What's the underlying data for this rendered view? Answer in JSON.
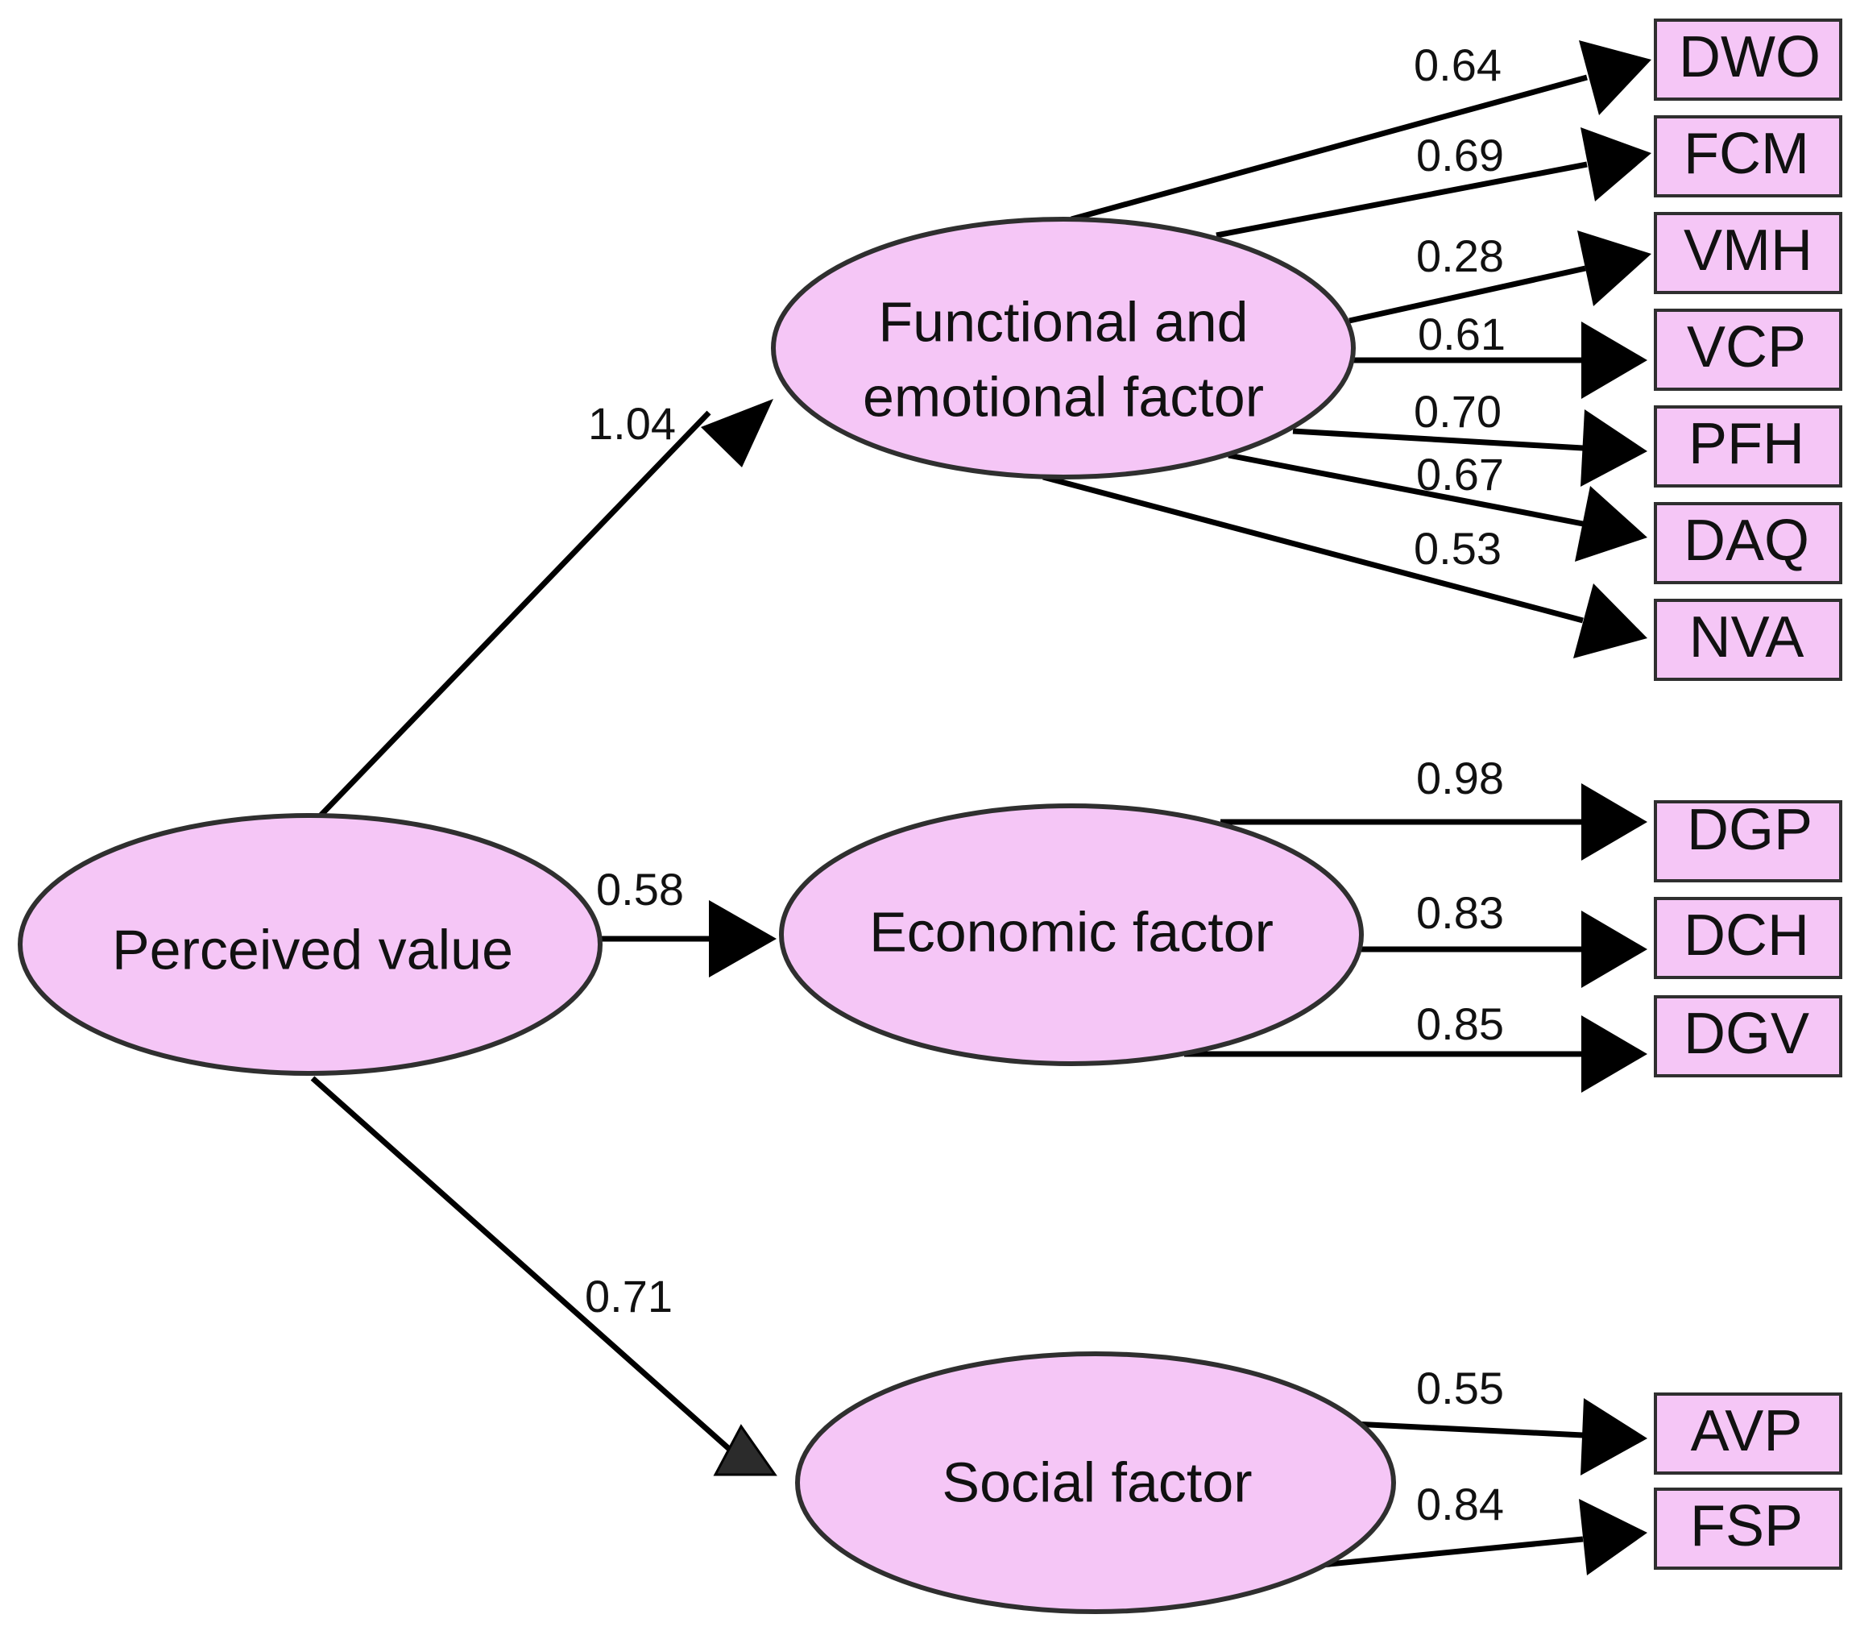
{
  "diagram": {
    "root": {
      "label": "Perceived value"
    },
    "latents": [
      {
        "id": "fe",
        "label_lines": [
          "Functional and",
          "emotional factor"
        ],
        "path_coefficient": "1.04"
      },
      {
        "id": "eco",
        "label_lines": [
          "Economic factor"
        ],
        "path_coefficient": "0.58"
      },
      {
        "id": "soc",
        "label_lines": [
          "Social factor"
        ],
        "path_coefficient": "0.71"
      }
    ],
    "indicators": [
      {
        "id": "DWO",
        "label": "DWO",
        "latent": "fe",
        "loading": "0.64"
      },
      {
        "id": "FCM",
        "label": "FCM",
        "latent": "fe",
        "loading": "0.69"
      },
      {
        "id": "VMH",
        "label": "VMH",
        "latent": "fe",
        "loading": "0.28"
      },
      {
        "id": "VCP",
        "label": "VCP",
        "latent": "fe",
        "loading": "0.61"
      },
      {
        "id": "PFH",
        "label": "PFH",
        "latent": "fe",
        "loading": "0.70"
      },
      {
        "id": "DAQ",
        "label": "DAQ",
        "latent": "fe",
        "loading": "0.67"
      },
      {
        "id": "NVA",
        "label": "NVA",
        "latent": "fe",
        "loading": "0.53"
      },
      {
        "id": "DGP",
        "label": "DGP",
        "latent": "eco",
        "loading": "0.98"
      },
      {
        "id": "DCH",
        "label": "DCH",
        "latent": "eco",
        "loading": "0.83"
      },
      {
        "id": "DGV",
        "label": "DGV",
        "latent": "eco",
        "loading": "0.85"
      },
      {
        "id": "AVP",
        "label": "AVP",
        "latent": "soc",
        "loading": "0.55"
      },
      {
        "id": "FSP",
        "label": "FSP",
        "latent": "soc",
        "loading": "0.84"
      }
    ],
    "colors": {
      "node_fill": "#f5c6f6",
      "node_stroke": "#2f2f2f",
      "edge": "#000000"
    }
  }
}
